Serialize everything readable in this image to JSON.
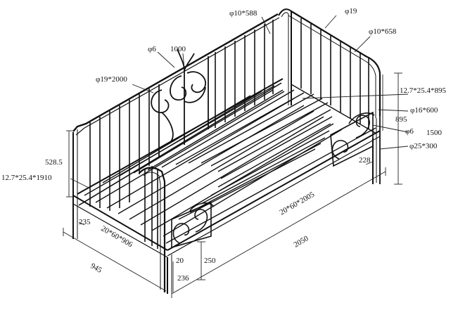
{
  "figure": {
    "labels": {
      "top_rail_length": "φ10*588",
      "end_post_diameter": "φ19",
      "end_rail_length": "φ10*658",
      "scroll_bar": "φ6",
      "panel_width": "1000",
      "back_top_rail": "φ19*2000",
      "side_beam": "12.7*25.4*895",
      "headboard_height": "895",
      "lower_rail": "φ16*600",
      "scroll_small": "φ6",
      "total_height": "1500",
      "leg_tube": "φ25*300",
      "back_height": "528.5",
      "rear_beam": "12.7*25.4*1910",
      "end_gap": "228",
      "slat_spec": "20*60*2005",
      "leg_offset": "235",
      "cross_slat": "20*60*906",
      "overall_length": "2050",
      "overall_width": "945",
      "seat_height": "250",
      "frame_gap": "20",
      "leg_height": "236"
    }
  }
}
